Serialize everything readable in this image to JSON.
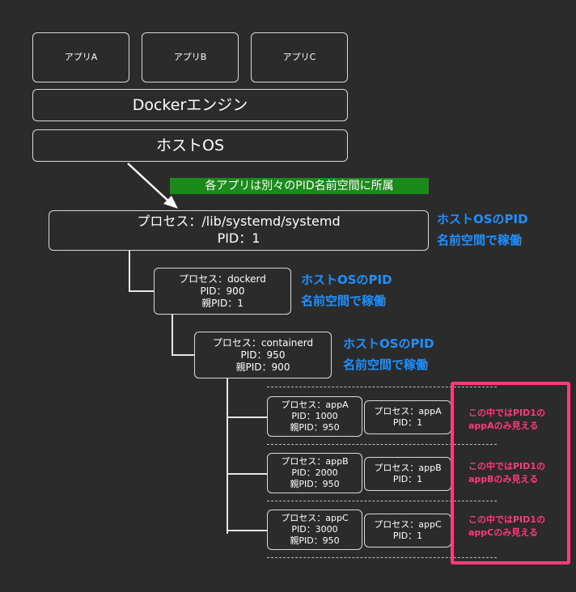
{
  "apps": [
    "アプリA",
    "アプリB",
    "アプリC"
  ],
  "docker_engine": "Dockerエンジン",
  "host_os": "ホストOS",
  "namespace_banner": "各アプリは別々のPID名前空間に所属",
  "systemd": {
    "line1": "プロセス：/lib/systemd/systemd",
    "line2": "PID：1"
  },
  "dockerd": {
    "line1": "プロセス：dockerd",
    "line2": "PID：900",
    "line3": "親PID：1"
  },
  "containerd": {
    "line1": "プロセス：containerd",
    "line2": "PID：950",
    "line3": "親PID：900"
  },
  "host_ns_note": {
    "line1": "ホストOSのPID",
    "line2": "名前空間で稼働"
  },
  "containers": [
    {
      "host": {
        "line1": "プロセス：appA",
        "line2": "PID：1000",
        "line3": "親PID：950"
      },
      "inner": {
        "line1": "プロセス：appA",
        "line2": "PID：1"
      },
      "note": {
        "line1": "この中ではPID1の",
        "line2": "appAのみ見える"
      }
    },
    {
      "host": {
        "line1": "プロセス：appB",
        "line2": "PID：2000",
        "line3": "親PID：950"
      },
      "inner": {
        "line1": "プロセス：appB",
        "line2": "PID：1"
      },
      "note": {
        "line1": "この中ではPID1の",
        "line2": "appBのみ見える"
      }
    },
    {
      "host": {
        "line1": "プロセス：appC",
        "line2": "PID：3000",
        "line3": "親PID：950"
      },
      "inner": {
        "line1": "プロセス：appC",
        "line2": "PID：1"
      },
      "note": {
        "line1": "この中ではPID1の",
        "line2": "appCのみ見える"
      }
    }
  ],
  "colors": {
    "background": "#2b2b2b",
    "banner_green": "#1a8a1a",
    "note_blue": "#1e90ff",
    "highlight_pink": "#ff3b7a"
  }
}
